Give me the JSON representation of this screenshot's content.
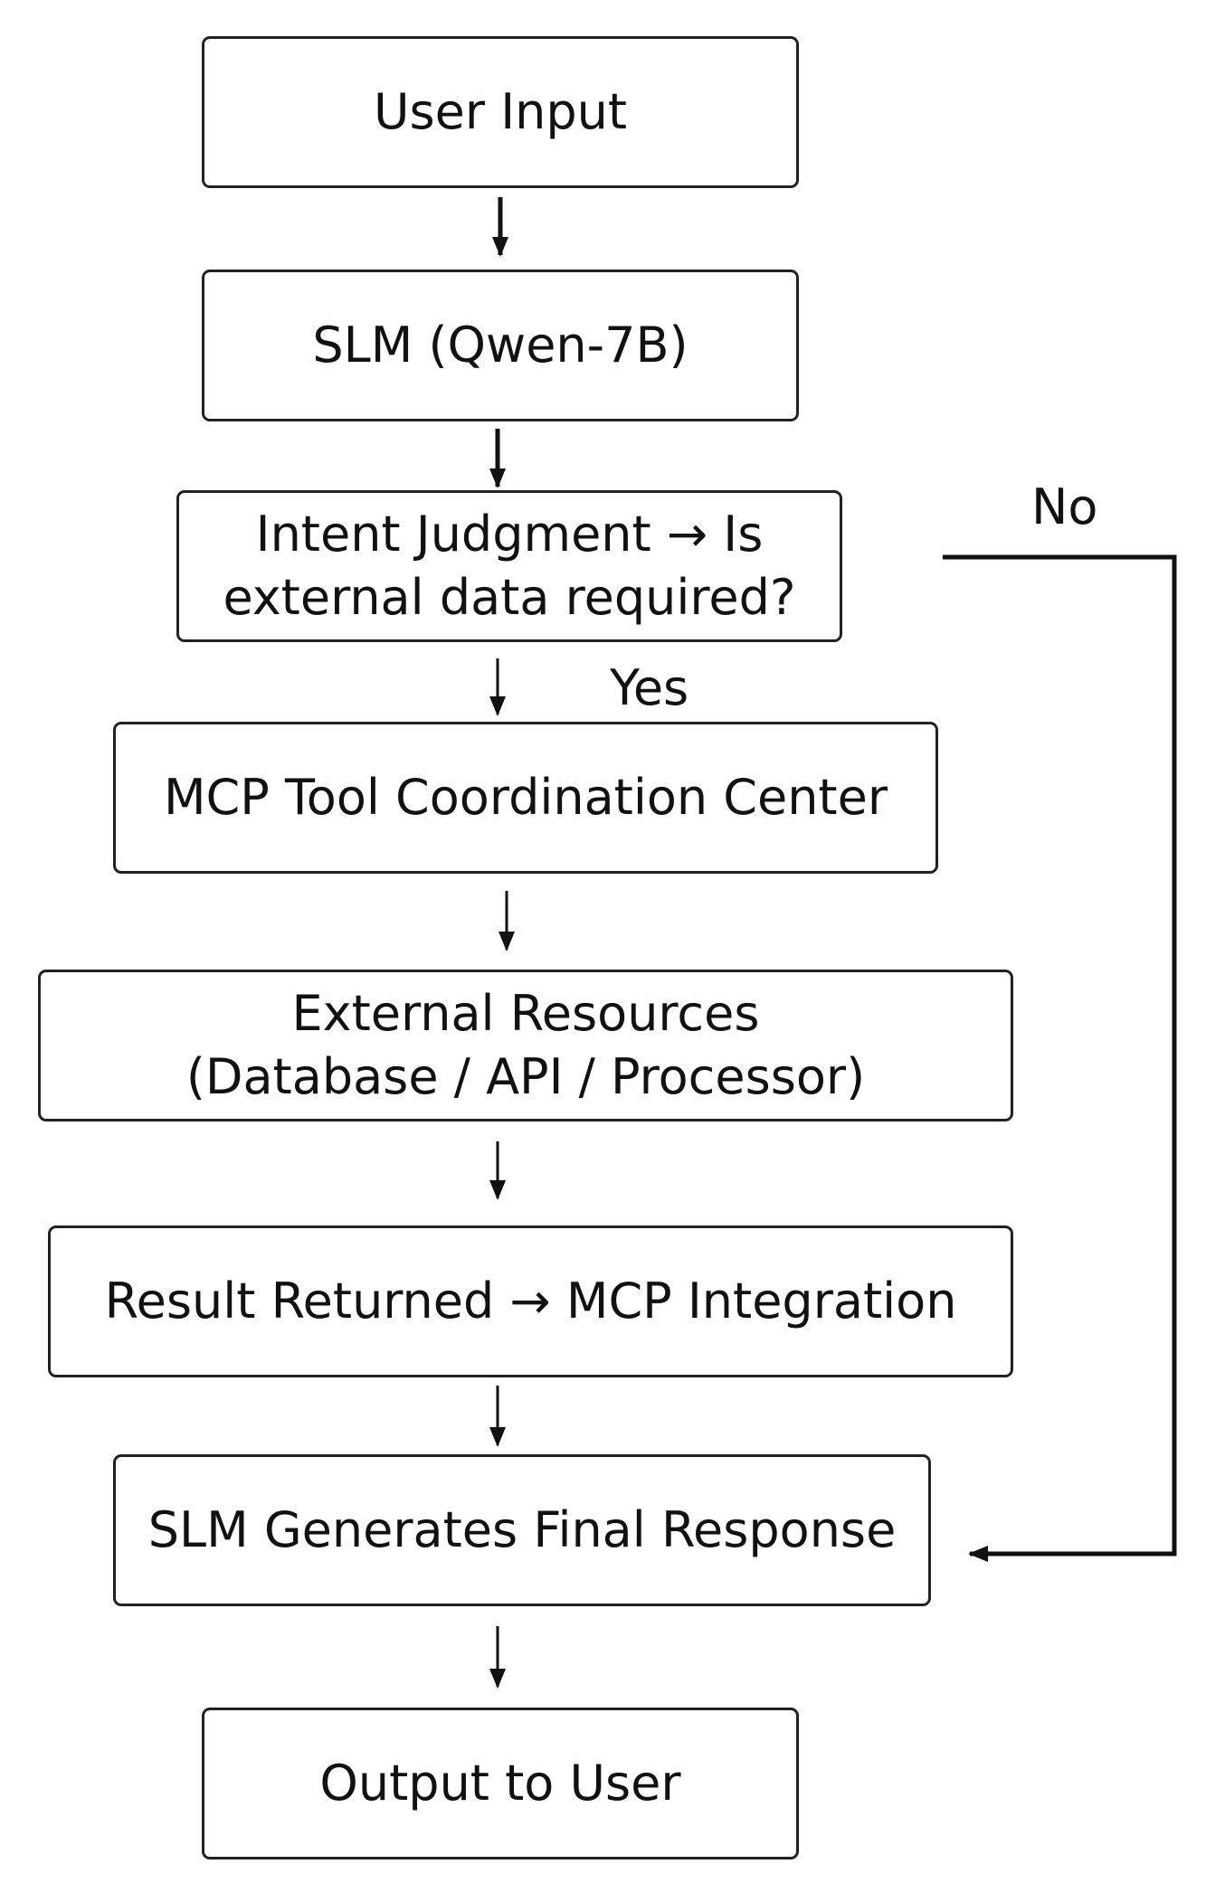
{
  "nodes": {
    "user_input": {
      "label": "User Input"
    },
    "slm": {
      "label": "SLM (Qwen-7B)"
    },
    "intent": {
      "line1": "Intent Judgment → Is",
      "line2": "external data required?"
    },
    "mcp_center": {
      "label": "MCP Tool Coordination Center"
    },
    "external": {
      "line1": "External Resources",
      "line2": "(Database / API / Processor)"
    },
    "result": {
      "label": "Result Returned → MCP Integration"
    },
    "final": {
      "label": "SLM Generates Final Response"
    },
    "output": {
      "label": "Output to User"
    }
  },
  "edges": {
    "yes_label": "Yes",
    "no_label": "No"
  }
}
